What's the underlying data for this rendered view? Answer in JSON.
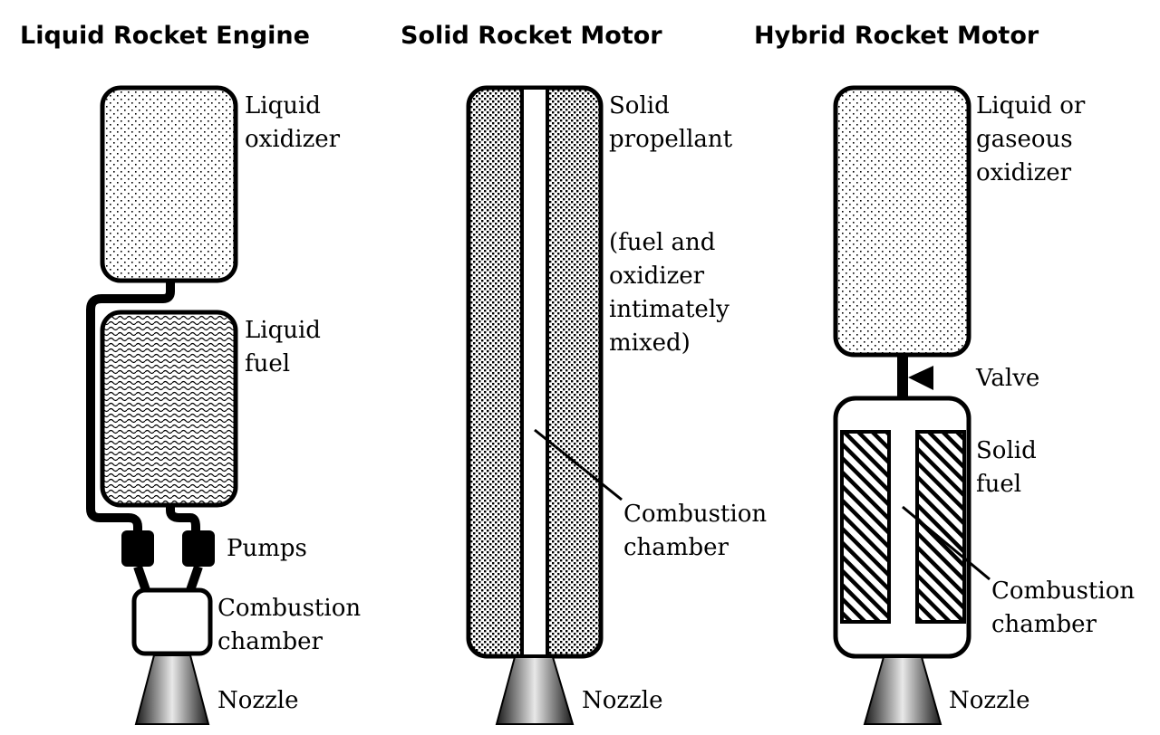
{
  "colors": {
    "stroke": "#000000",
    "background": "#ffffff",
    "fill_pattern_light": "#ffffff"
  },
  "liquid": {
    "title": "Liquid Rocket Engine",
    "oxidizer_label": [
      "Liquid",
      "oxidizer"
    ],
    "fuel_label": [
      "Liquid",
      "fuel"
    ],
    "pumps_label": "Pumps",
    "chamber_label": [
      "Combustion",
      "chamber"
    ],
    "nozzle_label": "Nozzle"
  },
  "solid": {
    "title": "Solid Rocket Motor",
    "propellant_label": [
      "Solid",
      "propellant"
    ],
    "note_label": [
      "(fuel and",
      "oxidizer",
      "intimately",
      "mixed)"
    ],
    "chamber_label": [
      "Combustion",
      "chamber"
    ],
    "nozzle_label": "Nozzle"
  },
  "hybrid": {
    "title": "Hybrid Rocket Motor",
    "oxidizer_label": [
      "Liquid or",
      "gaseous",
      "oxidizer"
    ],
    "valve_label": "Valve",
    "fuel_label": [
      "Solid",
      "fuel"
    ],
    "chamber_label": [
      "Combustion",
      "chamber"
    ],
    "nozzle_label": "Nozzle"
  }
}
